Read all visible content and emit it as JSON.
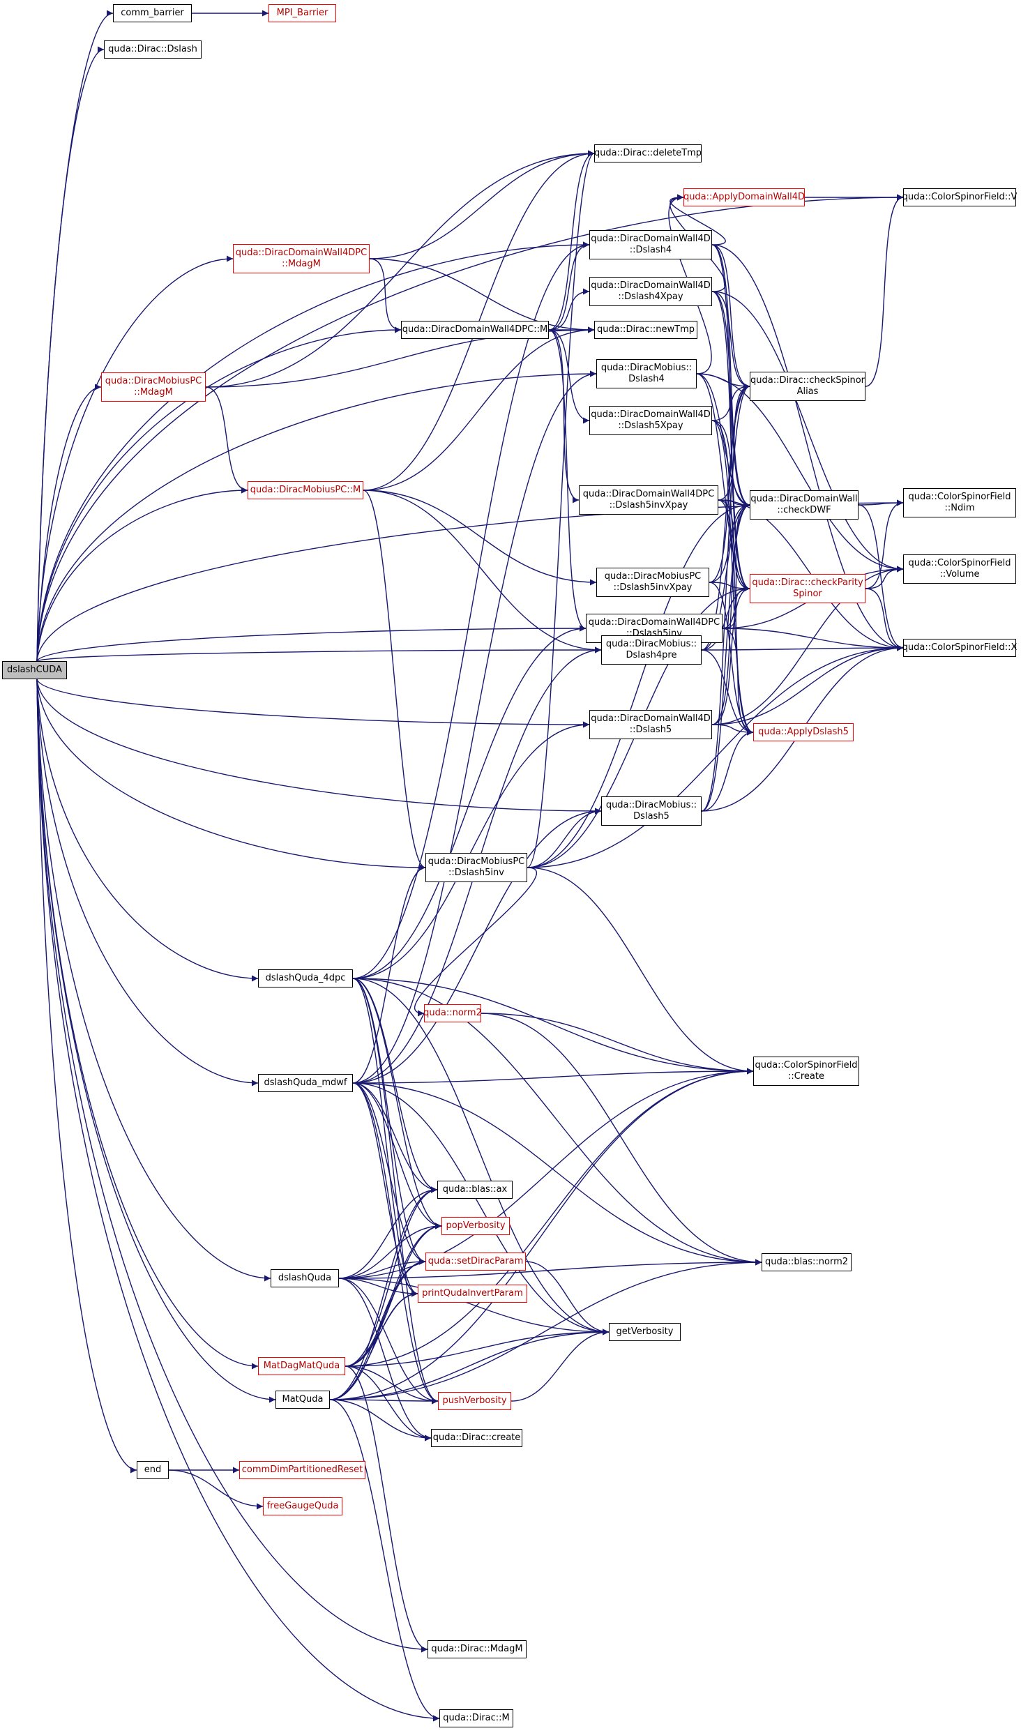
{
  "graph": {
    "edge_color": "#191970",
    "colors": {
      "root_fill": "#bfbfbf",
      "link_border": "#000000",
      "truncated_border": "#ff0000"
    },
    "nodes": {
      "dslashCUDA": {
        "lines": [
          "dslashCUDA"
        ],
        "style": "root"
      },
      "comm_barrier": {
        "lines": [
          "comm_barrier"
        ],
        "style": "normal"
      },
      "MPI_Barrier": {
        "lines": [
          "MPI_Barrier"
        ],
        "style": "truncated"
      },
      "DiracDslash": {
        "lines": [
          "quda::Dirac::Dslash"
        ],
        "style": "normal"
      },
      "deleteTmp": {
        "lines": [
          "quda::Dirac::deleteTmp"
        ],
        "style": "normal"
      },
      "csfV": {
        "lines": [
          "quda::ColorSpinorField::V"
        ],
        "style": "normal"
      },
      "ApplyDW4D": {
        "lines": [
          "quda::ApplyDomainWall4D"
        ],
        "style": "truncated"
      },
      "DW4D_Dslash4": {
        "lines": [
          "quda::DiracDomainWall4D",
          "::Dslash4"
        ],
        "style": "normal"
      },
      "DW4DPC_MdagM": {
        "lines": [
          "quda::DiracDomainWall4DPC",
          "::MdagM"
        ],
        "style": "truncated"
      },
      "DW4D_Dslash4Xpay": {
        "lines": [
          "quda::DiracDomainWall4D",
          "::Dslash4Xpay"
        ],
        "style": "normal"
      },
      "DW4DPC_M": {
        "lines": [
          "quda::DiracDomainWall4DPC::M"
        ],
        "style": "normal"
      },
      "newTmp": {
        "lines": [
          "quda::Dirac::newTmp"
        ],
        "style": "normal"
      },
      "MobPC_MdagM": {
        "lines": [
          "quda::DiracMobiusPC",
          "::MdagM"
        ],
        "style": "truncated"
      },
      "Mob_Dslash4": {
        "lines": [
          "quda::DiracMobius::",
          "Dslash4"
        ],
        "style": "normal"
      },
      "checkSpinorAlias": {
        "lines": [
          "quda::Dirac::checkSpinor",
          "Alias"
        ],
        "style": "normal"
      },
      "DW4D_Dslash5Xpay": {
        "lines": [
          "quda::DiracDomainWall4D",
          "::Dslash5Xpay"
        ],
        "style": "normal"
      },
      "MobPC_M": {
        "lines": [
          "quda::DiracMobiusPC::M"
        ],
        "style": "truncated"
      },
      "DW4DPC_Dslash5invXpay": {
        "lines": [
          "quda::DiracDomainWall4DPC",
          "::Dslash5invXpay"
        ],
        "style": "normal"
      },
      "checkDWF": {
        "lines": [
          "quda::DiracDomainWall",
          "::checkDWF"
        ],
        "style": "normal"
      },
      "csfNdim": {
        "lines": [
          "quda::ColorSpinorField",
          "::Ndim"
        ],
        "style": "normal"
      },
      "MobPC_Dslash5invXpay": {
        "lines": [
          "quda::DiracMobiusPC",
          "::Dslash5invXpay"
        ],
        "style": "normal"
      },
      "checkParitySpinor": {
        "lines": [
          "quda::Dirac::checkParity",
          "Spinor"
        ],
        "style": "truncated"
      },
      "csfVolume": {
        "lines": [
          "quda::ColorSpinorField",
          "::Volume"
        ],
        "style": "normal"
      },
      "DW4DPC_Dslash5inv": {
        "lines": [
          "quda::DiracDomainWall4DPC",
          "::Dslash5inv"
        ],
        "style": "normal"
      },
      "csfX": {
        "lines": [
          "quda::ColorSpinorField::X"
        ],
        "style": "normal"
      },
      "Mob_Dslash4pre": {
        "lines": [
          "quda::DiracMobius::",
          "Dslash4pre"
        ],
        "style": "normal"
      },
      "DW4D_Dslash5": {
        "lines": [
          "quda::DiracDomainWall4D",
          "::Dslash5"
        ],
        "style": "normal"
      },
      "ApplyDslash5": {
        "lines": [
          "quda::ApplyDslash5"
        ],
        "style": "truncated"
      },
      "Mob_Dslash5": {
        "lines": [
          "quda::DiracMobius::",
          "Dslash5"
        ],
        "style": "normal"
      },
      "MobPC_Dslash5inv": {
        "lines": [
          "quda::DiracMobiusPC",
          "::Dslash5inv"
        ],
        "style": "normal"
      },
      "dslashQuda_4dpc": {
        "lines": [
          "dslashQuda_4dpc"
        ],
        "style": "normal"
      },
      "norm2": {
        "lines": [
          "quda::norm2"
        ],
        "style": "truncated"
      },
      "csfCreate": {
        "lines": [
          "quda::ColorSpinorField",
          "::Create"
        ],
        "style": "normal"
      },
      "dslashQuda_mdwf": {
        "lines": [
          "dslashQuda_mdwf"
        ],
        "style": "normal"
      },
      "blasAx": {
        "lines": [
          "quda::blas::ax"
        ],
        "style": "normal"
      },
      "popVerbosity": {
        "lines": [
          "popVerbosity"
        ],
        "style": "truncated"
      },
      "blasNorm2": {
        "lines": [
          "quda::blas::norm2"
        ],
        "style": "normal"
      },
      "setDiracParam": {
        "lines": [
          "quda::setDiracParam"
        ],
        "style": "truncated"
      },
      "dslashQuda": {
        "lines": [
          "dslashQuda"
        ],
        "style": "normal"
      },
      "printQudaInvertParam": {
        "lines": [
          "printQudaInvertParam"
        ],
        "style": "truncated"
      },
      "getVerbosity": {
        "lines": [
          "getVerbosity"
        ],
        "style": "normal"
      },
      "MatDagMatQuda": {
        "lines": [
          "MatDagMatQuda"
        ],
        "style": "truncated"
      },
      "MatQuda": {
        "lines": [
          "MatQuda"
        ],
        "style": "normal"
      },
      "pushVerbosity": {
        "lines": [
          "pushVerbosity"
        ],
        "style": "truncated"
      },
      "DiracCreate": {
        "lines": [
          "quda::Dirac::create"
        ],
        "style": "normal"
      },
      "end": {
        "lines": [
          "end"
        ],
        "style": "normal"
      },
      "commDimPartitionedReset": {
        "lines": [
          "commDimPartitionedReset"
        ],
        "style": "truncated"
      },
      "freeGaugeQuda": {
        "lines": [
          "freeGaugeQuda"
        ],
        "style": "truncated"
      },
      "DiracMdagM": {
        "lines": [
          "quda::Dirac::MdagM"
        ],
        "style": "normal"
      },
      "DiracM": {
        "lines": [
          "quda::Dirac::M"
        ],
        "style": "normal"
      }
    },
    "edges": [
      [
        "dslashCUDA",
        "comm_barrier"
      ],
      [
        "dslashCUDA",
        "DiracDslash"
      ],
      [
        "dslashCUDA",
        "csfV"
      ],
      [
        "dslashCUDA",
        "DW4D_Dslash4"
      ],
      [
        "dslashCUDA",
        "DW4DPC_MdagM"
      ],
      [
        "dslashCUDA",
        "DW4DPC_M"
      ],
      [
        "dslashCUDA",
        "MobPC_MdagM"
      ],
      [
        "dslashCUDA",
        "Mob_Dslash4"
      ],
      [
        "dslashCUDA",
        "MobPC_M"
      ],
      [
        "dslashCUDA",
        "DW4DPC_Dslash5inv"
      ],
      [
        "dslashCUDA",
        "Mob_Dslash4pre"
      ],
      [
        "dslashCUDA",
        "DW4D_Dslash5"
      ],
      [
        "dslashCUDA",
        "Mob_Dslash5"
      ],
      [
        "dslashCUDA",
        "MobPC_Dslash5inv"
      ],
      [
        "dslashCUDA",
        "dslashQuda_4dpc"
      ],
      [
        "dslashCUDA",
        "dslashQuda_mdwf"
      ],
      [
        "dslashCUDA",
        "dslashQuda"
      ],
      [
        "dslashCUDA",
        "MatDagMatQuda"
      ],
      [
        "dslashCUDA",
        "MatQuda"
      ],
      [
        "dslashCUDA",
        "end"
      ],
      [
        "dslashCUDA",
        "csfNdim"
      ],
      [
        "dslashCUDA",
        "DiracMdagM"
      ],
      [
        "dslashCUDA",
        "DiracM"
      ],
      [
        "comm_barrier",
        "MPI_Barrier"
      ],
      [
        "DW4DPC_MdagM",
        "deleteTmp"
      ],
      [
        "DW4DPC_MdagM",
        "DW4DPC_M"
      ],
      [
        "DW4DPC_MdagM",
        "newTmp"
      ],
      [
        "MobPC_MdagM",
        "deleteTmp"
      ],
      [
        "MobPC_MdagM",
        "MobPC_M"
      ],
      [
        "MobPC_MdagM",
        "newTmp"
      ],
      [
        "DW4DPC_M",
        "DW4D_Dslash4"
      ],
      [
        "DW4DPC_M",
        "DW4D_Dslash4Xpay"
      ],
      [
        "DW4DPC_M",
        "newTmp"
      ],
      [
        "DW4DPC_M",
        "deleteTmp"
      ],
      [
        "DW4DPC_M",
        "DW4D_Dslash5Xpay"
      ],
      [
        "DW4DPC_M",
        "DW4DPC_Dslash5invXpay"
      ],
      [
        "DW4DPC_M",
        "DW4DPC_Dslash5inv"
      ],
      [
        "MobPC_M",
        "newTmp"
      ],
      [
        "MobPC_M",
        "deleteTmp"
      ],
      [
        "MobPC_M",
        "MobPC_Dslash5invXpay"
      ],
      [
        "MobPC_M",
        "Mob_Dslash4pre"
      ],
      [
        "MobPC_M",
        "MobPC_Dslash5inv"
      ],
      [
        "DW4D_Dslash4",
        "ApplyDW4D"
      ],
      [
        "DW4D_Dslash4",
        "checkSpinorAlias"
      ],
      [
        "DW4D_Dslash4",
        "checkDWF"
      ],
      [
        "DW4D_Dslash4",
        "checkParitySpinor"
      ],
      [
        "DW4D_Dslash4",
        "csfX"
      ],
      [
        "DW4D_Dslash4Xpay",
        "ApplyDW4D"
      ],
      [
        "DW4D_Dslash4Xpay",
        "checkSpinorAlias"
      ],
      [
        "DW4D_Dslash4Xpay",
        "checkDWF"
      ],
      [
        "DW4D_Dslash4Xpay",
        "checkParitySpinor"
      ],
      [
        "DW4D_Dslash4Xpay",
        "csfVolume"
      ],
      [
        "Mob_Dslash4",
        "ApplyDW4D"
      ],
      [
        "Mob_Dslash4",
        "checkSpinorAlias"
      ],
      [
        "Mob_Dslash4",
        "checkDWF"
      ],
      [
        "Mob_Dslash4",
        "checkParitySpinor"
      ],
      [
        "Mob_Dslash4",
        "csfVolume"
      ],
      [
        "DW4D_Dslash5Xpay",
        "checkSpinorAlias"
      ],
      [
        "DW4D_Dslash5Xpay",
        "checkDWF"
      ],
      [
        "DW4D_Dslash5Xpay",
        "checkParitySpinor"
      ],
      [
        "DW4D_Dslash5Xpay",
        "ApplyDslash5"
      ],
      [
        "DW4DPC_Dslash5invXpay",
        "checkDWF"
      ],
      [
        "DW4DPC_Dslash5invXpay",
        "checkParitySpinor"
      ],
      [
        "DW4DPC_Dslash5invXpay",
        "checkSpinorAlias"
      ],
      [
        "DW4DPC_Dslash5invXpay",
        "ApplyDslash5"
      ],
      [
        "DW4DPC_Dslash5invXpay",
        "csfX"
      ],
      [
        "MobPC_Dslash5invXpay",
        "checkDWF"
      ],
      [
        "MobPC_Dslash5invXpay",
        "checkParitySpinor"
      ],
      [
        "MobPC_Dslash5invXpay",
        "checkSpinorAlias"
      ],
      [
        "MobPC_Dslash5invXpay",
        "ApplyDslash5"
      ],
      [
        "DW4DPC_Dslash5inv",
        "checkDWF"
      ],
      [
        "DW4DPC_Dslash5inv",
        "checkParitySpinor"
      ],
      [
        "DW4DPC_Dslash5inv",
        "csfVolume"
      ],
      [
        "DW4DPC_Dslash5inv",
        "ApplyDslash5"
      ],
      [
        "DW4DPC_Dslash5inv",
        "csfX"
      ],
      [
        "Mob_Dslash4pre",
        "checkDWF"
      ],
      [
        "Mob_Dslash4pre",
        "checkParitySpinor"
      ],
      [
        "Mob_Dslash4pre",
        "ApplyDslash5"
      ],
      [
        "Mob_Dslash4pre",
        "csfX"
      ],
      [
        "Mob_Dslash4pre",
        "checkSpinorAlias"
      ],
      [
        "DW4D_Dslash5",
        "checkDWF"
      ],
      [
        "DW4D_Dslash5",
        "checkParitySpinor"
      ],
      [
        "DW4D_Dslash5",
        "ApplyDslash5"
      ],
      [
        "DW4D_Dslash5",
        "csfX"
      ],
      [
        "DW4D_Dslash5",
        "csfVolume"
      ],
      [
        "Mob_Dslash5",
        "checkDWF"
      ],
      [
        "Mob_Dslash5",
        "ApplyDslash5"
      ],
      [
        "Mob_Dslash5",
        "csfX"
      ],
      [
        "Mob_Dslash5",
        "checkSpinorAlias"
      ],
      [
        "MobPC_Dslash5inv",
        "Mob_Dslash5"
      ],
      [
        "MobPC_Dslash5inv",
        "checkDWF"
      ],
      [
        "MobPC_Dslash5inv",
        "checkParitySpinor"
      ],
      [
        "MobPC_Dslash5inv",
        "csfX"
      ],
      [
        "MobPC_Dslash5inv",
        "norm2"
      ],
      [
        "MobPC_Dslash5inv",
        "deleteTmp"
      ],
      [
        "MobPC_Dslash5inv",
        "csfCreate"
      ],
      [
        "ApplyDW4D",
        "csfV"
      ],
      [
        "checkSpinorAlias",
        "csfV"
      ],
      [
        "checkDWF",
        "csfNdim"
      ],
      [
        "checkDWF",
        "csfX"
      ],
      [
        "checkParitySpinor",
        "csfVolume"
      ],
      [
        "checkParitySpinor",
        "csfX"
      ],
      [
        "checkParitySpinor",
        "csfNdim"
      ],
      [
        "norm2",
        "csfCreate"
      ],
      [
        "norm2",
        "blasNorm2"
      ],
      [
        "dslashQuda_4dpc",
        "csfCreate"
      ],
      [
        "dslashQuda_4dpc",
        "DW4D_Dslash4"
      ],
      [
        "dslashQuda_4dpc",
        "DW4D_Dslash5"
      ],
      [
        "dslashQuda_4dpc",
        "DW4DPC_Dslash5inv"
      ],
      [
        "dslashQuda_4dpc",
        "blasAx"
      ],
      [
        "dslashQuda_4dpc",
        "popVerbosity"
      ],
      [
        "dslashQuda_4dpc",
        "setDiracParam"
      ],
      [
        "dslashQuda_4dpc",
        "printQudaInvertParam"
      ],
      [
        "dslashQuda_4dpc",
        "getVerbosity"
      ],
      [
        "dslashQuda_4dpc",
        "pushVerbosity"
      ],
      [
        "dslashQuda_4dpc",
        "blasNorm2"
      ],
      [
        "dslashQuda_mdwf",
        "csfCreate"
      ],
      [
        "dslashQuda_mdwf",
        "Mob_Dslash4"
      ],
      [
        "dslashQuda_mdwf",
        "Mob_Dslash4pre"
      ],
      [
        "dslashQuda_mdwf",
        "Mob_Dslash5"
      ],
      [
        "dslashQuda_mdwf",
        "MobPC_Dslash5inv"
      ],
      [
        "dslashQuda_mdwf",
        "blasAx"
      ],
      [
        "dslashQuda_mdwf",
        "popVerbosity"
      ],
      [
        "dslashQuda_mdwf",
        "setDiracParam"
      ],
      [
        "dslashQuda_mdwf",
        "printQudaInvertParam"
      ],
      [
        "dslashQuda_mdwf",
        "getVerbosity"
      ],
      [
        "dslashQuda_mdwf",
        "pushVerbosity"
      ],
      [
        "dslashQuda_mdwf",
        "blasNorm2"
      ],
      [
        "dslashQuda",
        "csfCreate"
      ],
      [
        "dslashQuda",
        "blasAx"
      ],
      [
        "dslashQuda",
        "popVerbosity"
      ],
      [
        "dslashQuda",
        "setDiracParam"
      ],
      [
        "dslashQuda",
        "printQudaInvertParam"
      ],
      [
        "dslashQuda",
        "getVerbosity"
      ],
      [
        "dslashQuda",
        "pushVerbosity"
      ],
      [
        "dslashQuda",
        "DiracCreate"
      ],
      [
        "dslashQuda",
        "blasNorm2"
      ],
      [
        "MatDagMatQuda",
        "blasAx"
      ],
      [
        "MatDagMatQuda",
        "popVerbosity"
      ],
      [
        "MatDagMatQuda",
        "setDiracParam"
      ],
      [
        "MatDagMatQuda",
        "printQudaInvertParam"
      ],
      [
        "MatDagMatQuda",
        "pushVerbosity"
      ],
      [
        "MatDagMatQuda",
        "DiracCreate"
      ],
      [
        "MatDagMatQuda",
        "getVerbosity"
      ],
      [
        "MatDagMatQuda",
        "csfCreate"
      ],
      [
        "MatDagMatQuda",
        "DiracMdagM"
      ],
      [
        "MatQuda",
        "blasAx"
      ],
      [
        "MatQuda",
        "popVerbosity"
      ],
      [
        "MatQuda",
        "setDiracParam"
      ],
      [
        "MatQuda",
        "printQudaInvertParam"
      ],
      [
        "MatQuda",
        "pushVerbosity"
      ],
      [
        "MatQuda",
        "DiracCreate"
      ],
      [
        "MatQuda",
        "getVerbosity"
      ],
      [
        "MatQuda",
        "csfCreate"
      ],
      [
        "MatQuda",
        "blasNorm2"
      ],
      [
        "MatQuda",
        "DiracM"
      ],
      [
        "setDiracParam",
        "getVerbosity"
      ],
      [
        "pushVerbosity",
        "getVerbosity"
      ],
      [
        "end",
        "commDimPartitionedReset"
      ],
      [
        "end",
        "freeGaugeQuda"
      ]
    ]
  }
}
